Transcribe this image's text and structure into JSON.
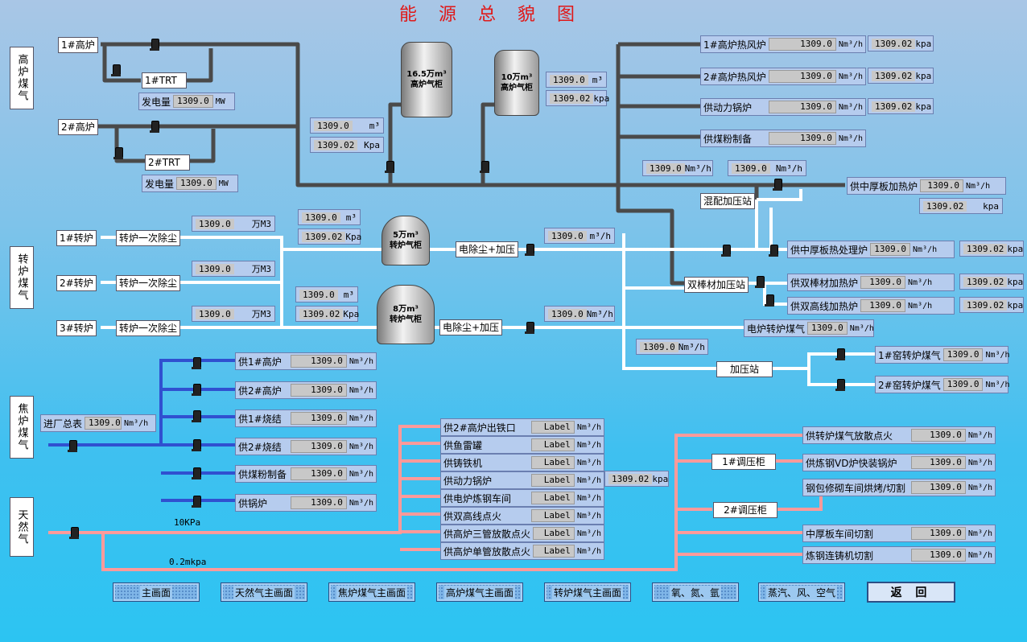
{
  "title": "能 源 总 貌 图",
  "sections": {
    "blast": "高炉煤气",
    "converter": "转炉煤气",
    "coke": "焦炉煤气",
    "gas": "天然气"
  },
  "blast": {
    "f1": "1#高炉",
    "f2": "2#高炉",
    "trt1": "1#TRT",
    "trt2": "2#TRT",
    "gen1": {
      "name": "发电量",
      "value": "1309.0",
      "unit": "MW"
    },
    "gen2": {
      "name": "发电量",
      "value": "1309.0",
      "unit": "MW"
    },
    "main_m3": {
      "value": "1309.0",
      "unit": "m³"
    },
    "main_kpa": {
      "value": "1309.02",
      "unit": "Kpa"
    },
    "tank1": {
      "line1": "16.5万m³",
      "line2": "高炉气柜"
    },
    "tank2": {
      "line1": "10万m³",
      "line2": "高炉气柜"
    },
    "tank2_m3": {
      "value": "1309.0",
      "unit": "m³"
    },
    "tank2_kpa": {
      "value": "1309.02",
      "unit": "kpa"
    }
  },
  "consumers_top": [
    {
      "name": "1#高炉热风炉",
      "value": "1309.0",
      "unit": "Nm³/h",
      "kpa": "1309.02",
      "kunit": "kpa"
    },
    {
      "name": "2#高炉热风炉",
      "value": "1309.0",
      "unit": "Nm³/h",
      "kpa": "1309.02",
      "kunit": "kpa"
    },
    {
      "name": "供动力锅炉",
      "value": "1309.0",
      "unit": "Nm³/h",
      "kpa": "1309.02",
      "kunit": "kpa"
    },
    {
      "name": "供煤粉制备",
      "value": "1309.0",
      "unit": "Nm³/h"
    }
  ],
  "mid": {
    "flow1": {
      "value": "1309.0",
      "unit": "Nm³/h"
    },
    "flow2": {
      "value": "1309.0",
      "unit": "Nm³/h"
    },
    "thick_plate": {
      "name": "供中厚板加热炉",
      "value": "1309.0",
      "unit": "Nm³/h"
    },
    "thick_kpa": {
      "value": "1309.02",
      "unit": "kpa"
    },
    "mix_station": "混配加压站",
    "bar_station": "双棒材加压站",
    "press_station": "加压站",
    "heat_treat": {
      "name": "供中厚板热处理炉",
      "value": "1309.0",
      "unit": "Nm³/h",
      "kpa": "1309.02",
      "kunit": "kpa"
    },
    "bar_heat": {
      "name": "供双棒材加热炉",
      "value": "1309.0",
      "unit": "Nm³/h",
      "kpa": "1309.02",
      "kunit": "kpa"
    },
    "wire_heat": {
      "name": "供双高线加热炉",
      "value": "1309.0",
      "unit": "Nm³/h",
      "kpa": "1309.02",
      "kunit": "kpa"
    },
    "elec_furnace": {
      "name": "电炉转炉煤气",
      "value": "1309.0",
      "unit": "Nm³/h"
    },
    "flow3": {
      "value": "1309.0",
      "unit": "Nm³/h"
    },
    "kiln1": {
      "name": "1#窑转炉煤气",
      "value": "1309.0",
      "unit": "Nm³/h"
    },
    "kiln2": {
      "name": "2#窑转炉煤气",
      "value": "1309.0",
      "unit": "Nm³/h"
    }
  },
  "converter": {
    "c": [
      "1#转炉",
      "2#转炉",
      "3#转炉"
    ],
    "dust": "转炉一次除尘",
    "flows": [
      {
        "value": "1309.0",
        "unit": "万M3"
      },
      {
        "value": "1309.0",
        "unit": "万M3"
      },
      {
        "value": "1309.0",
        "unit": "万M3"
      }
    ],
    "t1_m3": {
      "value": "1309.0",
      "unit": "m³"
    },
    "t1_kpa": {
      "value": "1309.02",
      "unit": "Kpa"
    },
    "t2_m3": {
      "value": "1309.0",
      "unit": "m³"
    },
    "t2_kpa": {
      "value": "1309.02",
      "unit": "Kpa"
    },
    "tank1": {
      "line1": "5万m³",
      "line2": "转炉气柜"
    },
    "tank2": {
      "line1": "8万m³",
      "line2": "转炉气柜"
    },
    "ep1": "电除尘+加压",
    "ep2": "电除尘+加压",
    "ep1_flow": {
      "value": "1309.0",
      "unit": "m³/h"
    },
    "ep2_flow": {
      "value": "1309.0",
      "unit": "Nm³/h"
    }
  },
  "coke": {
    "total": {
      "name": "进厂总表",
      "value": "1309.0",
      "unit": "Nm³/h"
    },
    "pressure": "10KPa",
    "items": [
      {
        "name": "供1#高炉",
        "value": "1309.0",
        "unit": "Nm³/h"
      },
      {
        "name": "供2#高炉",
        "value": "1309.0",
        "unit": "Nm³/h"
      },
      {
        "name": "供1#烧结",
        "value": "1309.0",
        "unit": "Nm³/h"
      },
      {
        "name": "供2#烧结",
        "value": "1309.0",
        "unit": "Nm³/h"
      },
      {
        "name": "供煤粉制备",
        "value": "1309.0",
        "unit": "Nm³/h"
      },
      {
        "name": "供锅炉",
        "value": "1309.0",
        "unit": "Nm³/h"
      }
    ]
  },
  "gas": {
    "pressure": "0.2mkpa",
    "kpa": {
      "value": "1309.02",
      "unit": "kpa"
    },
    "items": [
      {
        "name": "供2#高炉出铁口",
        "value": "Label",
        "unit": "Nm³/h"
      },
      {
        "name": "供鱼雷罐",
        "value": "Label",
        "unit": "Nm³/h"
      },
      {
        "name": "供铸铁机",
        "value": "Label",
        "unit": "Nm³/h"
      },
      {
        "name": "供动力锅炉",
        "value": "Label",
        "unit": "Nm³/h"
      },
      {
        "name": "供电炉炼钢车间",
        "value": "Label",
        "unit": "Nm³/h"
      },
      {
        "name": "供双高线点火",
        "value": "Label",
        "unit": "Nm³/h"
      },
      {
        "name": "供高炉三管放散点火",
        "value": "Label",
        "unit": "Nm³/h"
      },
      {
        "name": "供高炉单管放散点火",
        "value": "Label",
        "unit": "Nm³/h"
      }
    ],
    "reg1": "1#调压柜",
    "reg2": "2#调压柜",
    "right": [
      {
        "name": "供转炉煤气放散点火",
        "value": "1309.0",
        "unit": "Nm³/h"
      },
      {
        "name": "供炼钢VD炉快装锅炉",
        "value": "1309.0",
        "unit": "Nm³/h"
      },
      {
        "name": "钢包修砌车间烘烤/切割",
        "value": "1309.0",
        "unit": "Nm³/h"
      },
      {
        "name": "中厚板车间切割",
        "value": "1309.0",
        "unit": "Nm³/h"
      },
      {
        "name": "炼钢连铸机切割",
        "value": "1309.0",
        "unit": "Nm³/h"
      }
    ]
  },
  "nav": [
    "主画面",
    "天然气主画面",
    "焦炉煤气主画面",
    "高炉煤气主画面",
    "转炉煤气主画面",
    "氧、氮、氩",
    "蒸汽、风、空气"
  ],
  "back": "返 回",
  "colors": {
    "blast_pipe": "#444444",
    "converter_pipe": "#ffffff",
    "coke_pipe": "#3344cc",
    "gas_pipe": "#ff8a8a",
    "title": "#e01818"
  }
}
